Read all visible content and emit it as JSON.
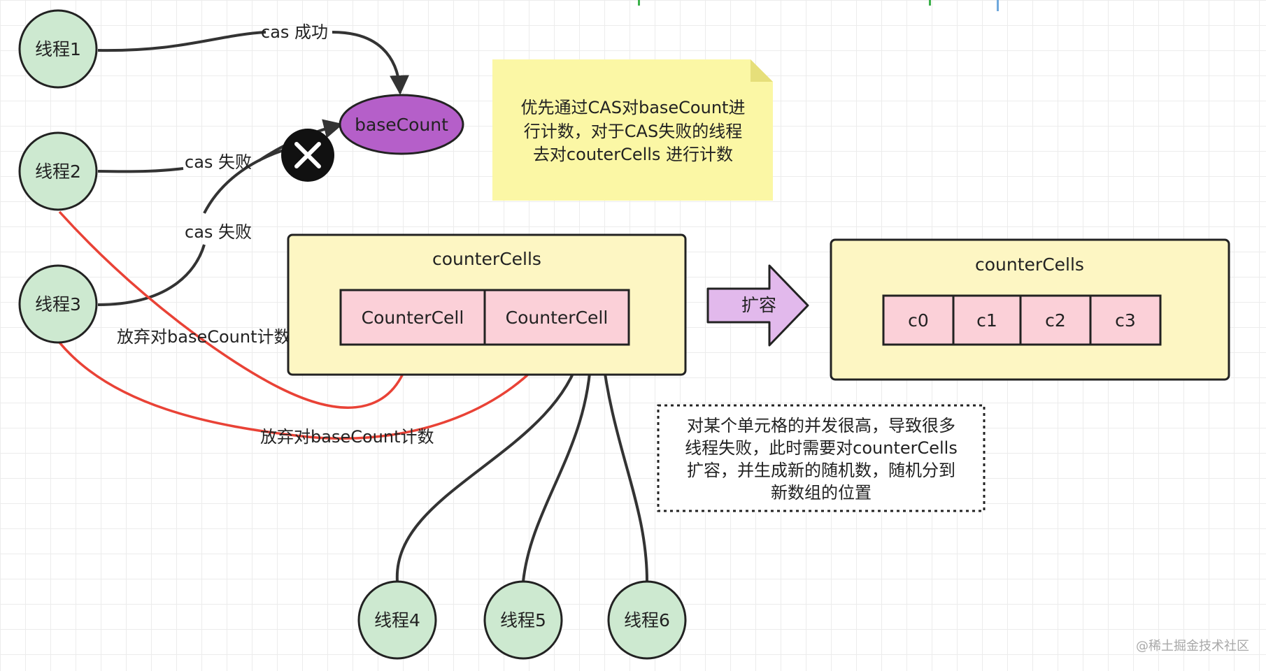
{
  "threads": {
    "t1": "线程1",
    "t2": "线程2",
    "t3": "线程3",
    "t4": "线程4",
    "t5": "线程5",
    "t6": "线程6"
  },
  "base_count": "baseCount",
  "edges": {
    "cas_success": "cas 成功",
    "cas_fail_1": "cas 失败",
    "cas_fail_2": "cas 失败",
    "abandon_1": "放弃对baseCount计数",
    "abandon_2": "放弃对baseCount计数"
  },
  "counter_cells_left": {
    "title": "counterCells",
    "cells": [
      "CounterCell",
      "CounterCell"
    ]
  },
  "expand_arrow": "扩容",
  "counter_cells_right": {
    "title": "counterCells",
    "cells": [
      "c0",
      "c1",
      "c2",
      "c3"
    ]
  },
  "note_yellow": {
    "lines": [
      "优先通过CAS对baseCount进",
      "行计数，对于CAS失败的线程",
      "去对couterCells 进行计数"
    ]
  },
  "note_dashed": {
    "lines": [
      "对某个单元格的并发很高，导致很多",
      "线程失败，此时需要对counterCells",
      "扩容，并生成新的随机数，随机分到",
      "新数组的位置"
    ]
  },
  "watermark": "@稀土掘金技术社区",
  "colors": {
    "thread_fill": "#cde9d0",
    "base_count_fill": "#b55fc9",
    "container_fill": "#fdf6c3",
    "cell_fill": "#fbd0d8",
    "note_fill": "#fbf7a5",
    "expand_fill": "#e2b9ec",
    "red_line": "#e94236"
  }
}
